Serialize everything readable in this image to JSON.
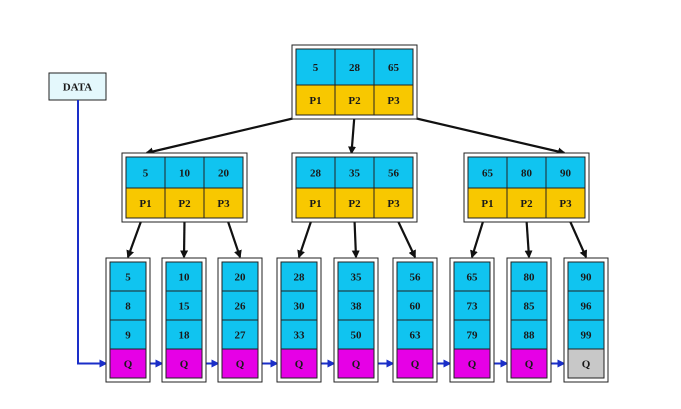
{
  "colors": {
    "key_cell": "#10c4f0",
    "pointer_cell": "#f8c800",
    "leaf_q_cell": "#e600e6",
    "leaf_last_q_cell": "#c8c8c8",
    "data_box": "#e4f8fc",
    "link_line": "#1a2ec8",
    "tree_arrow": "#111111",
    "frame": "#222222"
  },
  "data_label": "DATA",
  "root": {
    "keys": [
      "5",
      "28",
      "65"
    ],
    "pointers": [
      "P1",
      "P2",
      "P3"
    ]
  },
  "internal_nodes": [
    {
      "keys": [
        "5",
        "10",
        "20"
      ],
      "pointers": [
        "P1",
        "P2",
        "P3"
      ]
    },
    {
      "keys": [
        "28",
        "35",
        "56"
      ],
      "pointers": [
        "P1",
        "P2",
        "P3"
      ]
    },
    {
      "keys": [
        "65",
        "80",
        "90"
      ],
      "pointers": [
        "P1",
        "P2",
        "P3"
      ]
    }
  ],
  "leaves": [
    {
      "keys": [
        "5",
        "8",
        "9"
      ],
      "q": "Q"
    },
    {
      "keys": [
        "10",
        "15",
        "18"
      ],
      "q": "Q"
    },
    {
      "keys": [
        "20",
        "26",
        "27"
      ],
      "q": "Q"
    },
    {
      "keys": [
        "28",
        "30",
        "33"
      ],
      "q": "Q"
    },
    {
      "keys": [
        "35",
        "38",
        "50"
      ],
      "q": "Q"
    },
    {
      "keys": [
        "56",
        "60",
        "63"
      ],
      "q": "Q"
    },
    {
      "keys": [
        "65",
        "73",
        "79"
      ],
      "q": "Q"
    },
    {
      "keys": [
        "80",
        "85",
        "88"
      ],
      "q": "Q"
    },
    {
      "keys": [
        "90",
        "96",
        "99"
      ],
      "q": "Q"
    }
  ]
}
